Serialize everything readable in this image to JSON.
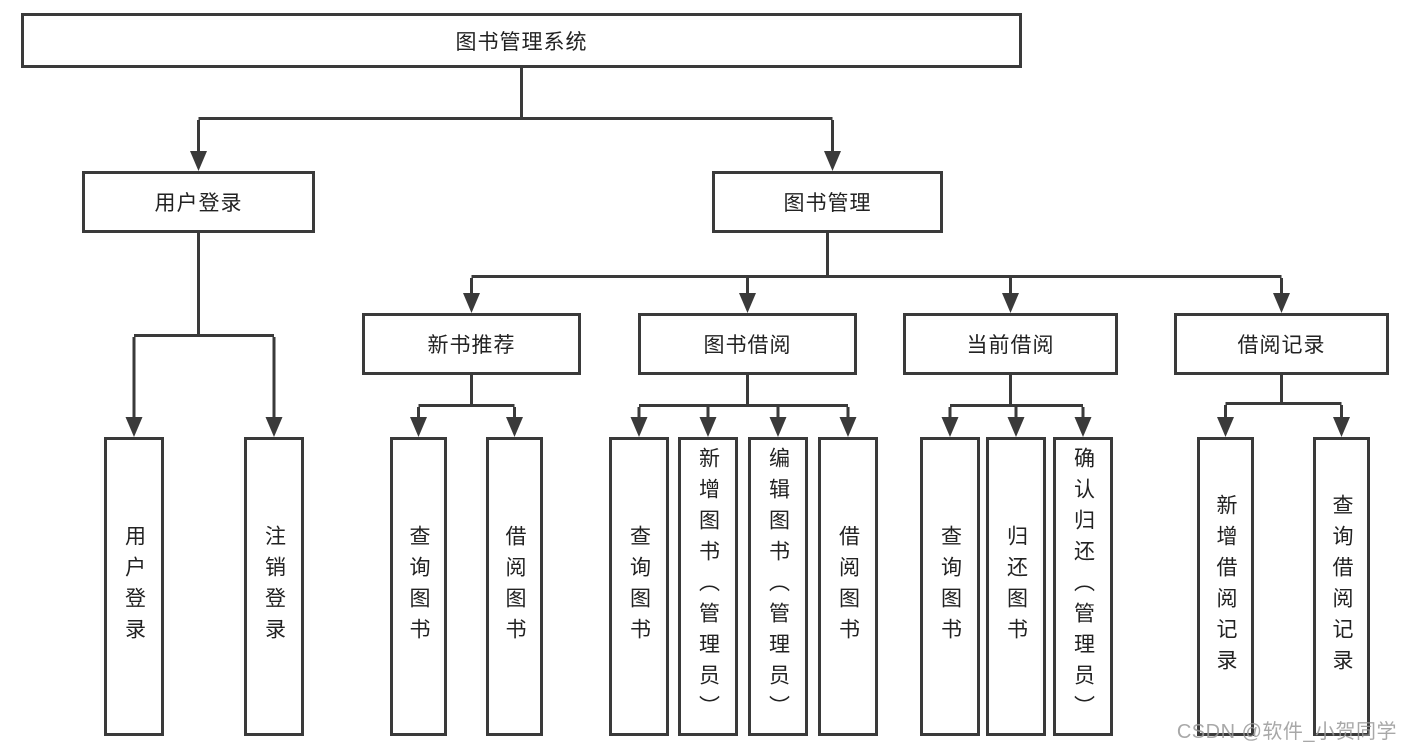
{
  "root": {
    "label": "图书管理系统"
  },
  "level2": [
    {
      "label": "用户登录"
    },
    {
      "label": "图书管理"
    }
  ],
  "level3": [
    {
      "label": "新书推荐"
    },
    {
      "label": "图书借阅"
    },
    {
      "label": "当前借阅"
    },
    {
      "label": "借阅记录"
    }
  ],
  "leaves": [
    {
      "label": "用户登录"
    },
    {
      "label": "注销登录"
    },
    {
      "label": "查询图书"
    },
    {
      "label": "借阅图书"
    },
    {
      "label": "查询图书"
    },
    {
      "label": "新增图书（管理员）"
    },
    {
      "label": "编辑图书（管理员）"
    },
    {
      "label": "借阅图书"
    },
    {
      "label": "查询图书"
    },
    {
      "label": "归还图书"
    },
    {
      "label": "确认归还（管理员）"
    },
    {
      "label": "新增借阅记录"
    },
    {
      "label": "查询借阅记录"
    }
  ],
  "watermark": "CSDN @软件_小贺同学",
  "colors": {
    "line": "#3a3a3a",
    "text": "#222222",
    "background": "#ffffff",
    "watermark": "#9a9a9a"
  }
}
